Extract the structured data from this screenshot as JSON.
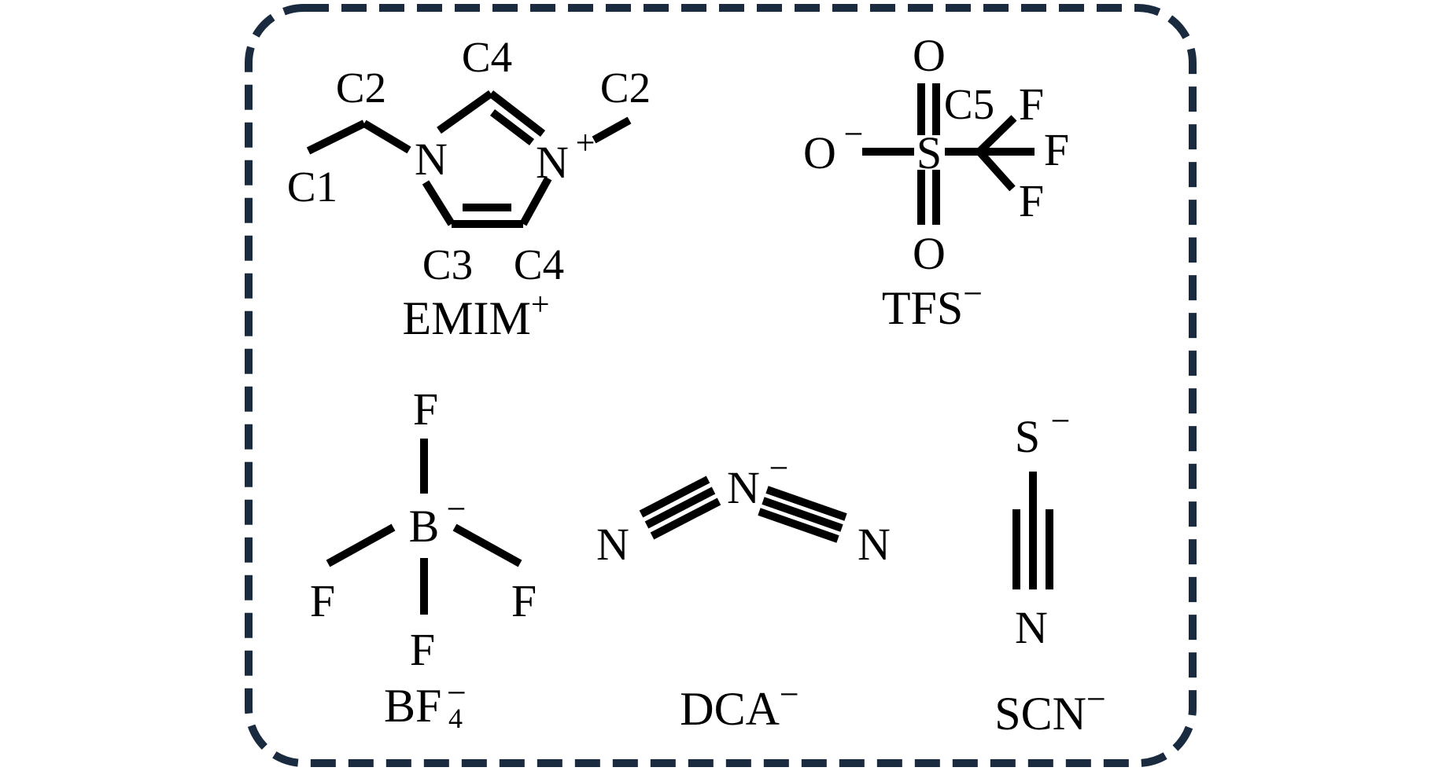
{
  "colors": {
    "frame": "#1a2a3f",
    "ink": "#000000",
    "background": "#ffffff"
  },
  "emim": {
    "labels": {
      "c1": "C1",
      "c2_left": "C2",
      "c4_top": "C4",
      "c2_right": "C2",
      "c3": "C3",
      "c4_bottom": "C4"
    },
    "n1": "N",
    "n3": "N",
    "charge": "+",
    "name": "EMIM",
    "name_charge": "+"
  },
  "tfs": {
    "o_top": "O",
    "o_bottom": "O",
    "o_left": "O",
    "o_charge": "−",
    "s": "S",
    "c5": "C5",
    "f1": "F",
    "f2": "F",
    "f3": "F",
    "name": "TFS",
    "name_charge": "−"
  },
  "bf4": {
    "f_top": "F",
    "f_left": "F",
    "f_right": "F",
    "f_bottom": "F",
    "b": "B",
    "b_charge": "−",
    "name": "BF",
    "name_sub": "4",
    "name_charge": "−"
  },
  "dca": {
    "n_left": "N",
    "n_center": "N",
    "n_center_charge": "−",
    "n_right": "N",
    "name": "DCA",
    "name_charge": "−"
  },
  "scn": {
    "s": "S",
    "s_charge": "−",
    "n": "N",
    "name": "SCN",
    "name_charge": "−"
  }
}
